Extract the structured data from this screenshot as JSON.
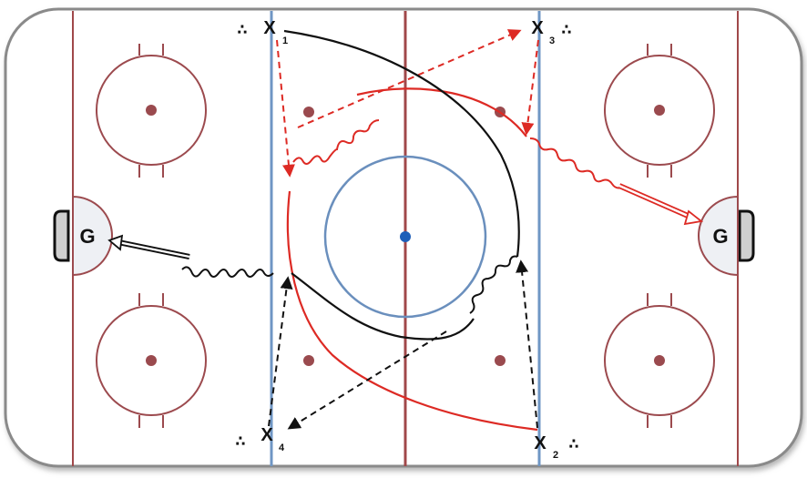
{
  "diagram": {
    "goalie_label_left": "G",
    "goalie_label_right": "G",
    "players": [
      {
        "id": "p1",
        "mark": "X",
        "number": "1"
      },
      {
        "id": "p2",
        "mark": "X",
        "number": "2"
      },
      {
        "id": "p3",
        "mark": "X",
        "number": "3"
      },
      {
        "id": "p4",
        "mark": "X",
        "number": "4"
      }
    ],
    "puck_marker": "∴",
    "colors": {
      "boards": "#8a8a8a",
      "goal_line": "#a0484a",
      "circles": "#9c4a4e",
      "blue_line": "#6f96c4",
      "center_line": "#a0484a",
      "center_circle": "#6a8fbd",
      "center_dot": "#1f5fb8",
      "faceoff_dot": "#9a4a4e",
      "red_path": "#dd2a24",
      "black_path": "#111111",
      "crease_fill": "#eef0f4",
      "goal_fill": "#cfcfcf"
    }
  }
}
